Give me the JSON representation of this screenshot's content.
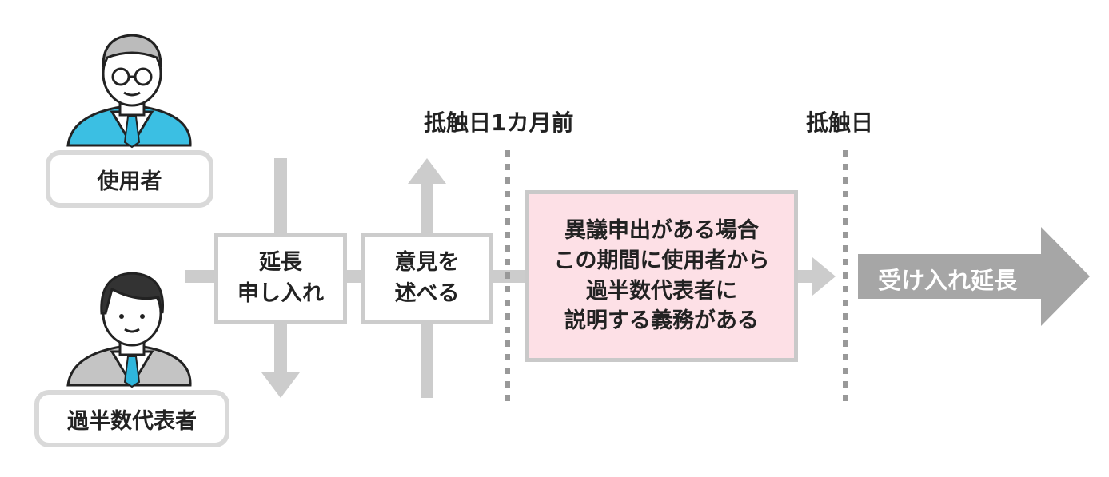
{
  "persons": {
    "user_label": "使用者",
    "majority_label": "過半数代表者"
  },
  "steps": {
    "extension_request": [
      "延長",
      "申し入れ"
    ],
    "express_opinion": [
      "意見を",
      "述べる"
    ]
  },
  "milestones": {
    "one_month_before": "抵触日1カ月前",
    "conflict_date": "抵触日"
  },
  "explanation": {
    "lines": [
      "異議申出がある場合",
      "この期間に使用者から",
      "過半数代表者に",
      "説明する義務がある"
    ]
  },
  "result": {
    "label": "受け入れ延長"
  },
  "colors": {
    "arrow_gray": "#cccccc",
    "box_border": "#d9d9d9",
    "pink_fill": "#fde0e6",
    "result_arrow": "#a6a6a6",
    "suit_blue": "#3bbfe3",
    "suit_gray": "#c4c4c4",
    "tie_blue": "#2fb6dc"
  }
}
